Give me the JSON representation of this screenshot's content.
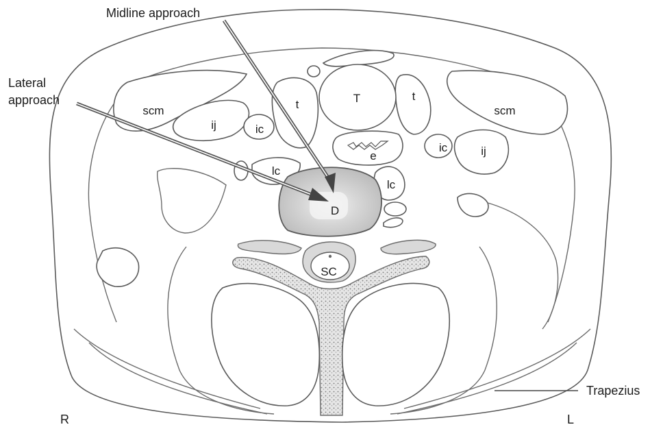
{
  "callouts": {
    "midline": "Midline approach",
    "lateral_line1": "Lateral",
    "lateral_line2": "approach",
    "trapezius": "Trapezius"
  },
  "sides": {
    "right": "R",
    "left": "L"
  },
  "structures": {
    "scm_right": "scm",
    "scm_left": "scm",
    "ij_right": "ij",
    "ij_left": "ij",
    "ic_right": "ic",
    "ic_left": "ic",
    "t_right": "t",
    "t_left": "t",
    "trachea": "T",
    "esophagus": "e",
    "lc_right": "lc",
    "lc_left": "lc",
    "disc": "D",
    "spinal_cord": "SC"
  },
  "colors": {
    "outline": "#5a5a5a",
    "arrow": "#555555",
    "disc": "#c8c8c8"
  }
}
